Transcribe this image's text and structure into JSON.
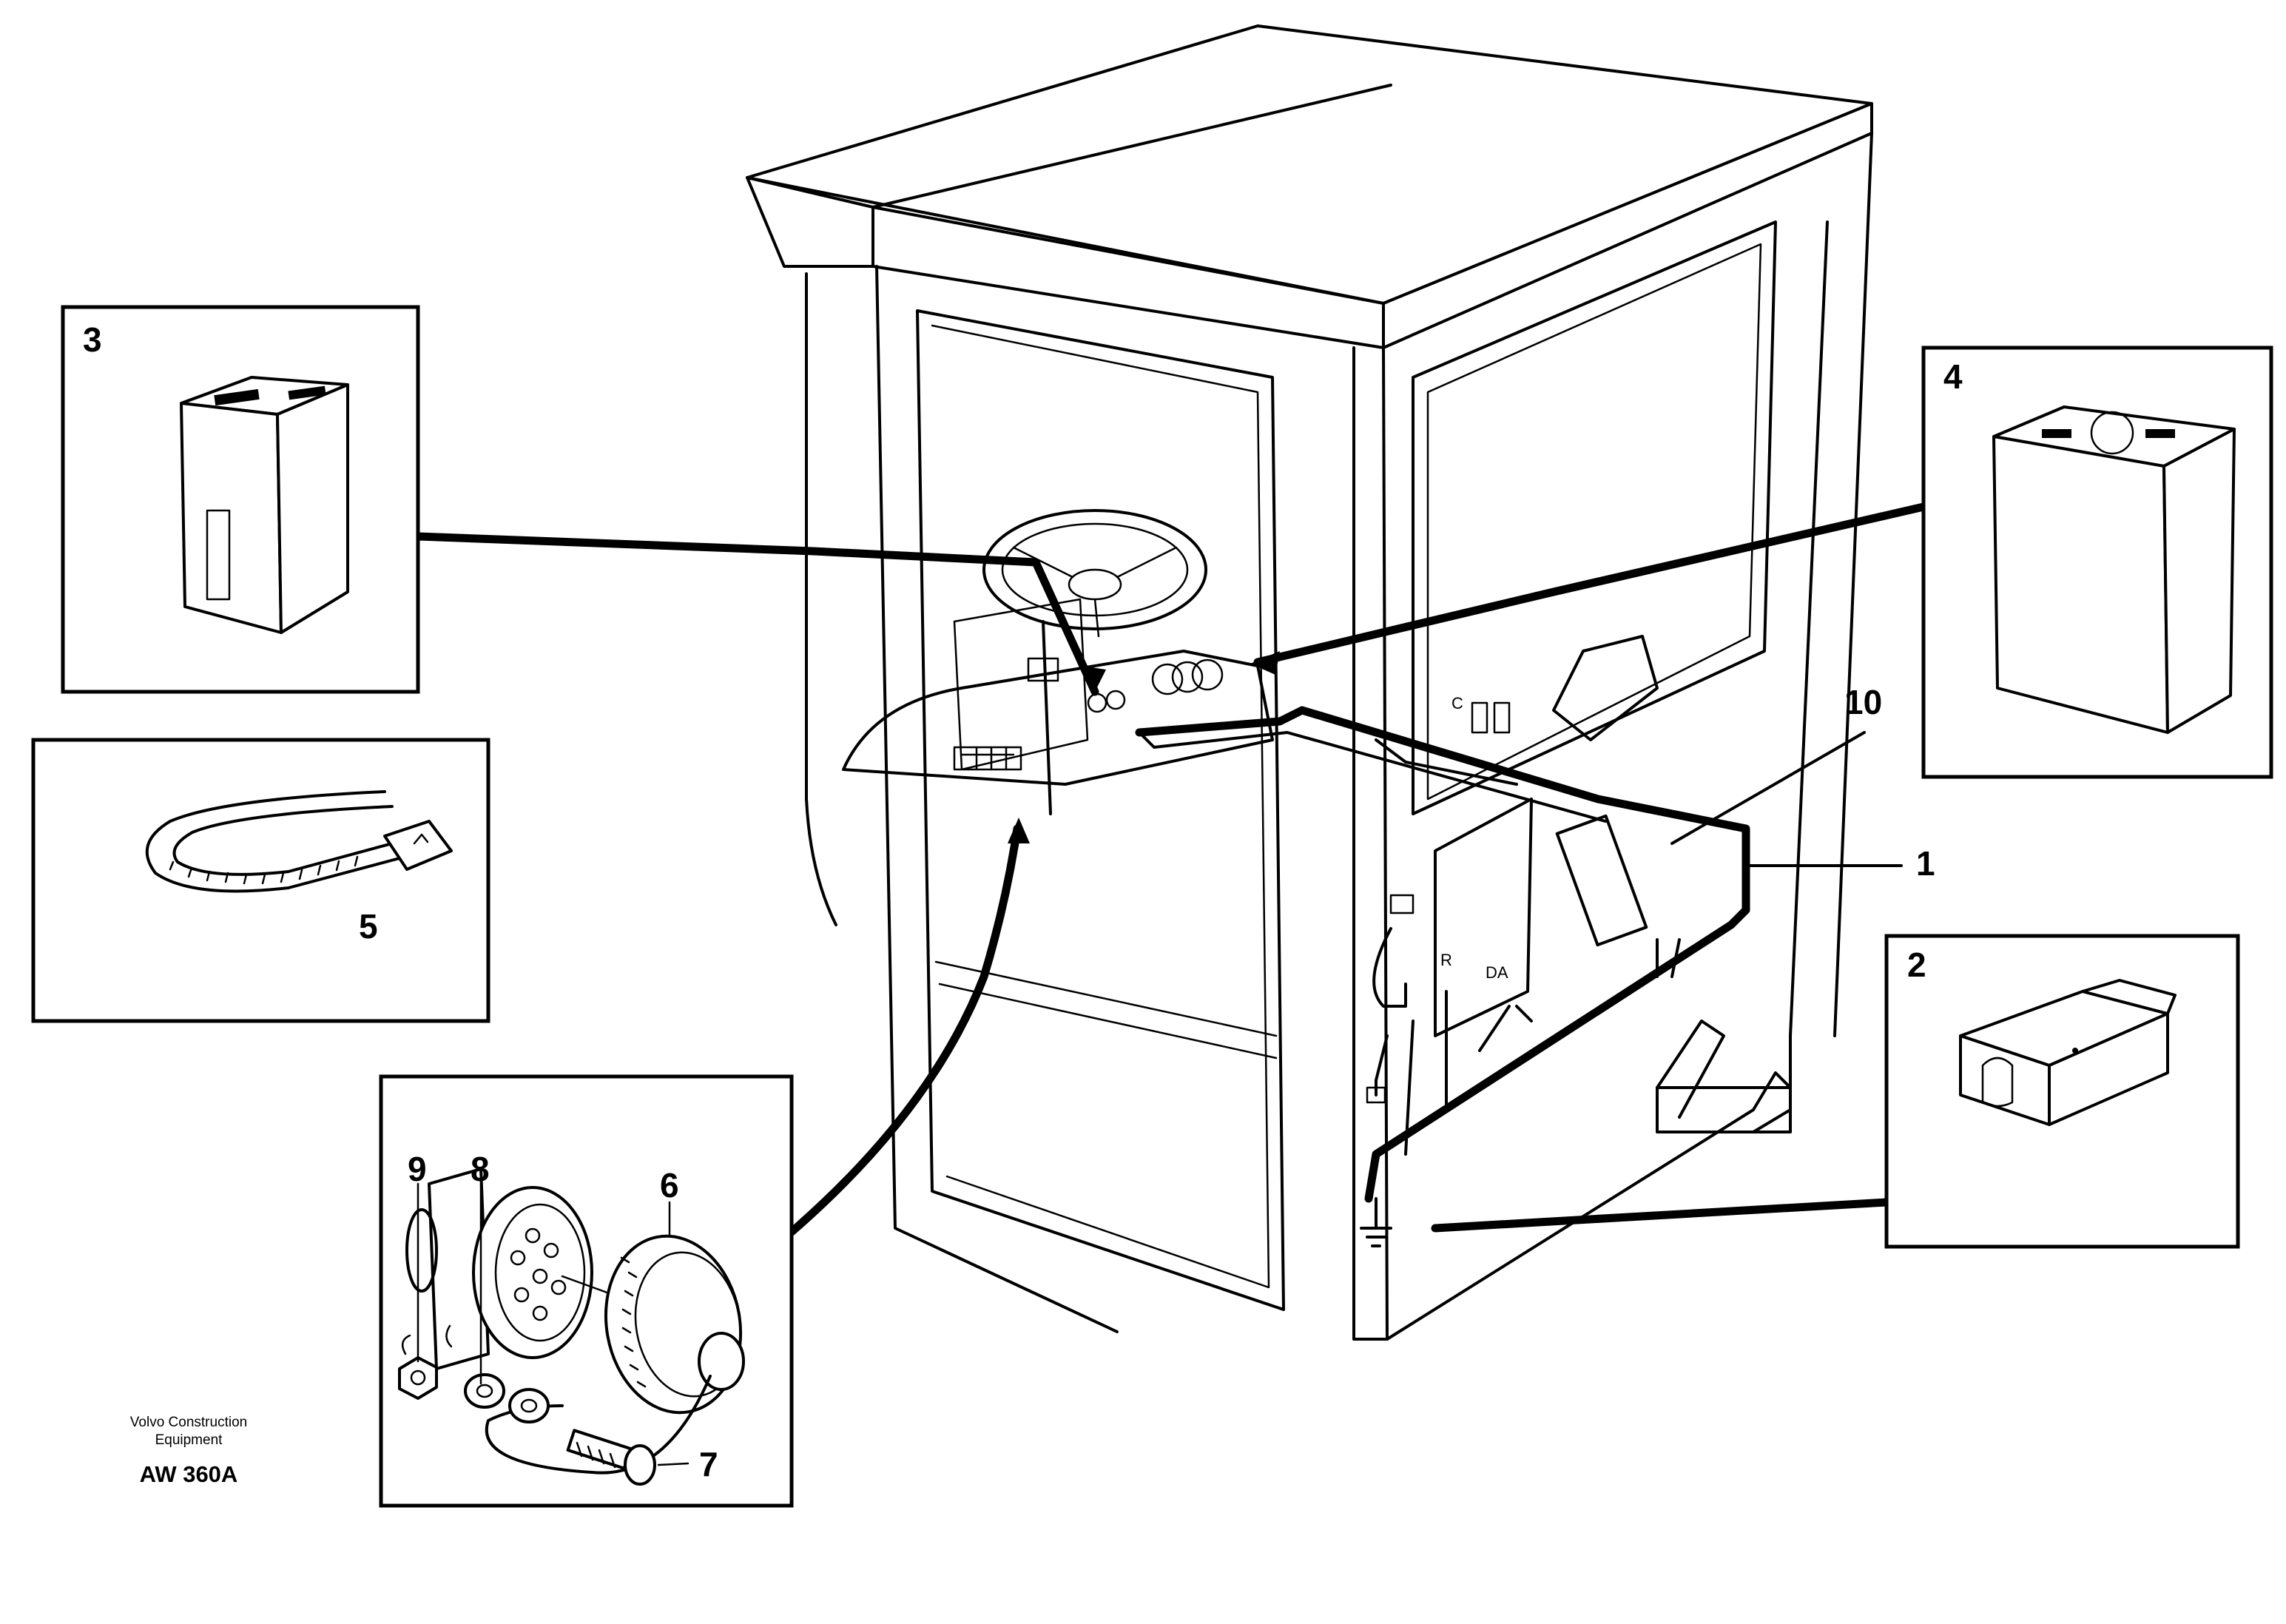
{
  "callouts": {
    "c1": "1",
    "c2": "2",
    "c3": "3",
    "c4": "4",
    "c5": "5",
    "c6": "6",
    "c7": "7",
    "c8": "8",
    "c9": "9",
    "c10": "10"
  },
  "panel_marks": {
    "r": "R",
    "da": "DA",
    "c": "C"
  },
  "credit": {
    "line1": "Volvo Construction",
    "line2": "Equipment",
    "code": "AW 360A"
  }
}
